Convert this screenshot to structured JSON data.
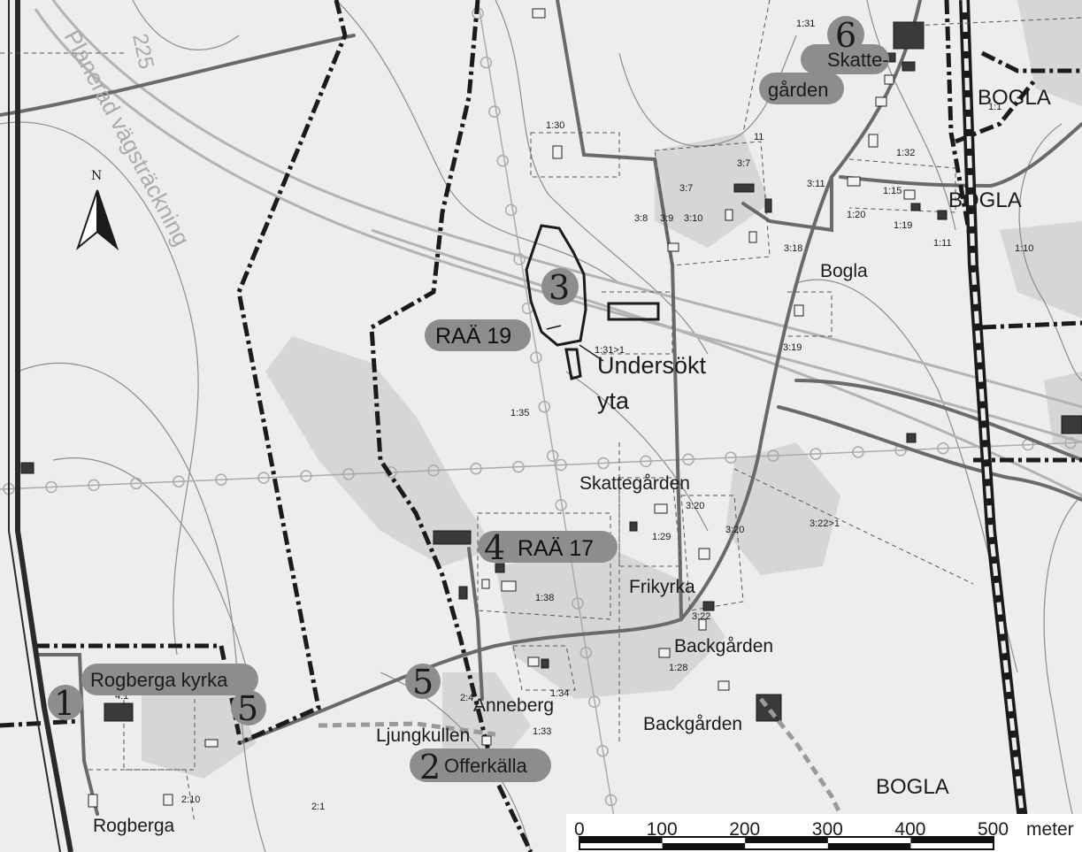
{
  "north_label": "N",
  "contour_label": "225",
  "planned_road_label": "Planerad vägsträckning",
  "markers": [
    {
      "number": "1",
      "label": "Rogberga kyrka"
    },
    {
      "number": "2",
      "label": "Offerkälla"
    },
    {
      "number": "3",
      "label": "RAÄ 19"
    },
    {
      "number": "4",
      "label": "RAÄ 17"
    },
    {
      "number": "5",
      "label": ""
    },
    {
      "number": "5",
      "label": ""
    },
    {
      "number": "6",
      "label": "Skatte-gården"
    }
  ],
  "marker6_lines": [
    "Skatte-",
    "gården"
  ],
  "investigated_area_lines": [
    "Undersökt",
    "yta"
  ],
  "place_names": {
    "bogla_top": "BOGLA",
    "bogla_mid": "BOGLA",
    "bogla_village": "Bogla",
    "bogla_bottom": "BOGLA",
    "skattegarden": "Skattegården",
    "frikyrka": "Frikyrka",
    "backgarden_1": "Backgården",
    "backgarden_2": "Backgården",
    "anneberg": "Anneberg",
    "ljungkullen": "Ljungkullen",
    "rogberga": "Rogberga"
  },
  "parcel_labels": {
    "p1_31": "1:31",
    "p1_30": "1:30",
    "p3_7a": "3:7",
    "p3_7b": "3:7",
    "p3_8": "3:8",
    "p3_9": "3:9",
    "p3_10": "3:10",
    "p3_18": "3:18",
    "p3_11": "3:11",
    "p1_32": "1:32",
    "p1_15": "1:15",
    "p1_20": "1:20",
    "p1_19": "1:19",
    "p1_11": "1:11",
    "p1_10": "1:10",
    "p3_19": "3:19",
    "p1_31_1": "1:31>1",
    "p1_35": "1:35",
    "p3_20a": "3:20",
    "p3_20b": "3:20",
    "p1_29": "1:29",
    "p3_22": "3:22>1",
    "p1_38": "1:38",
    "p3_22b": "3:22",
    "p1_28": "1:28",
    "p1_34": "1:34",
    "p2_4": "2:4",
    "p1_33": "1:33",
    "p4_1": "4:1",
    "p2_10": "2:10",
    "p2_1": "2:1",
    "p1_1": "1:1",
    "p11": "11"
  },
  "scale_bar": {
    "ticks": [
      "0",
      "100",
      "200",
      "300",
      "400",
      "500"
    ],
    "unit": "meter"
  }
}
